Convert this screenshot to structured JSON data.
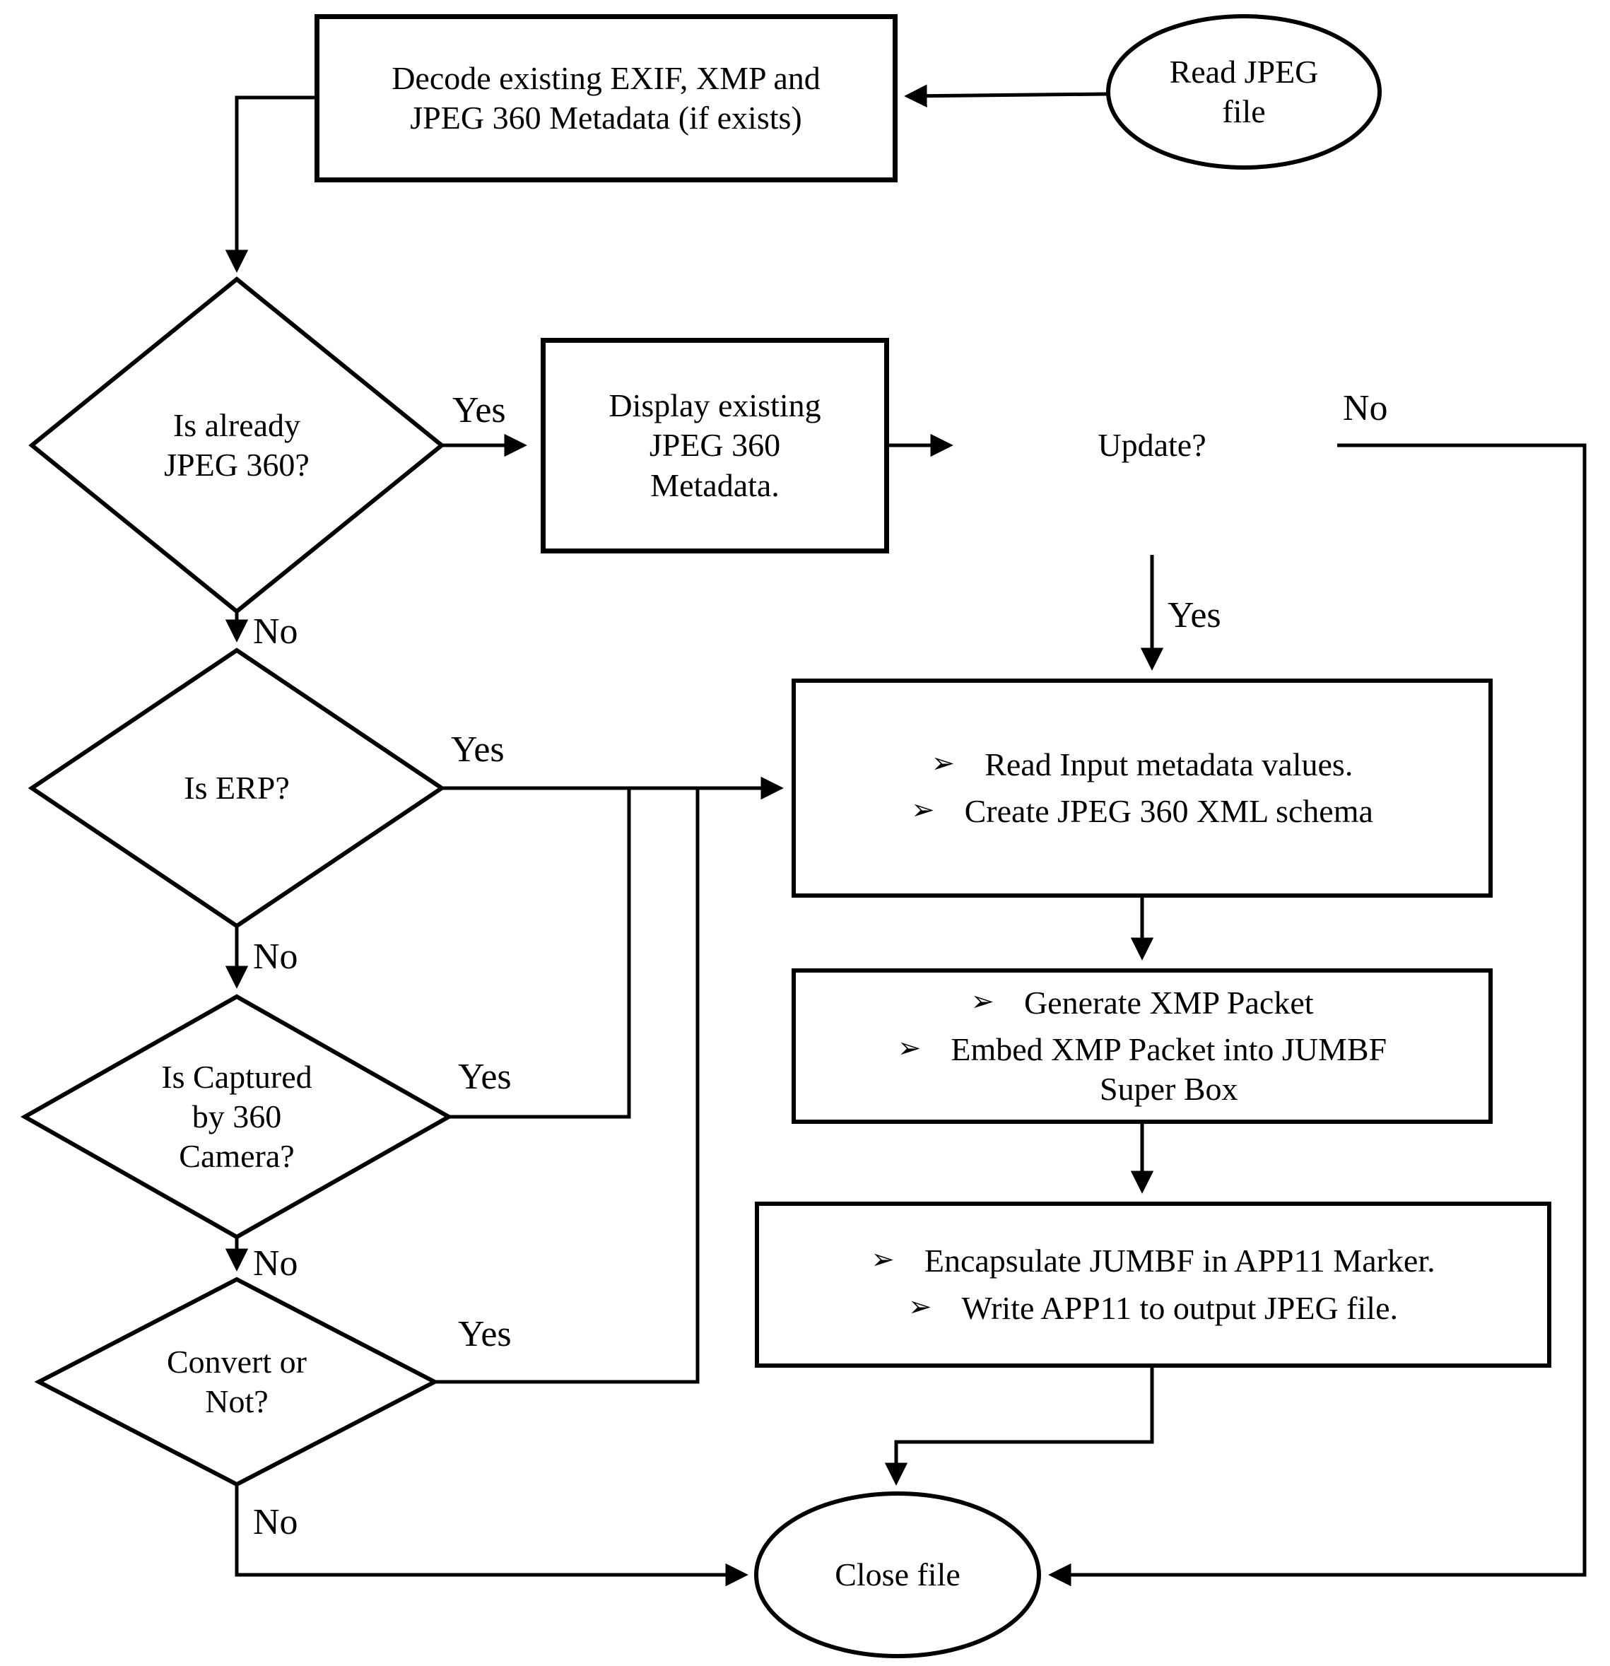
{
  "figure": {
    "background": "#ffffff",
    "line_color": "#000000"
  },
  "nodes": {
    "read_file": {
      "label": "Read JPEG\nfile"
    },
    "decode": {
      "label": "Decode existing EXIF, XMP and\nJPEG 360 Metadata (if exists)"
    },
    "is_jpeg360": {
      "label": "Is already\nJPEG 360?"
    },
    "display_meta": {
      "label": "Display existing\nJPEG 360\nMetadata."
    },
    "update": {
      "label": "Update?"
    },
    "read_input": {
      "bullet": "➢",
      "items": [
        "Read Input metadata values.",
        "Create JPEG 360 XML schema"
      ]
    },
    "is_erp": {
      "label": "Is ERP?"
    },
    "gen_xmp": {
      "bullet": "➢",
      "items": [
        "Generate XMP Packet",
        "Embed XMP Packet into JUMBF\nSuper Box"
      ]
    },
    "is_captured": {
      "label": "Is Captured\nby 360\nCamera?"
    },
    "encapsulate": {
      "bullet": "➢",
      "items": [
        "Encapsulate JUMBF in APP11 Marker.",
        "Write APP11 to output JPEG file."
      ]
    },
    "convert": {
      "label": "Convert or\nNot?"
    },
    "close_file": {
      "label": "Close file"
    }
  },
  "edge_labels": {
    "is_jpeg360_yes": "Yes",
    "is_jpeg360_no": "No",
    "update_yes": "Yes",
    "update_no": "No",
    "is_erp_yes": "Yes",
    "is_erp_no": "No",
    "is_captured_yes": "Yes",
    "is_captured_no": "No",
    "convert_yes": "Yes",
    "convert_no": "No"
  }
}
